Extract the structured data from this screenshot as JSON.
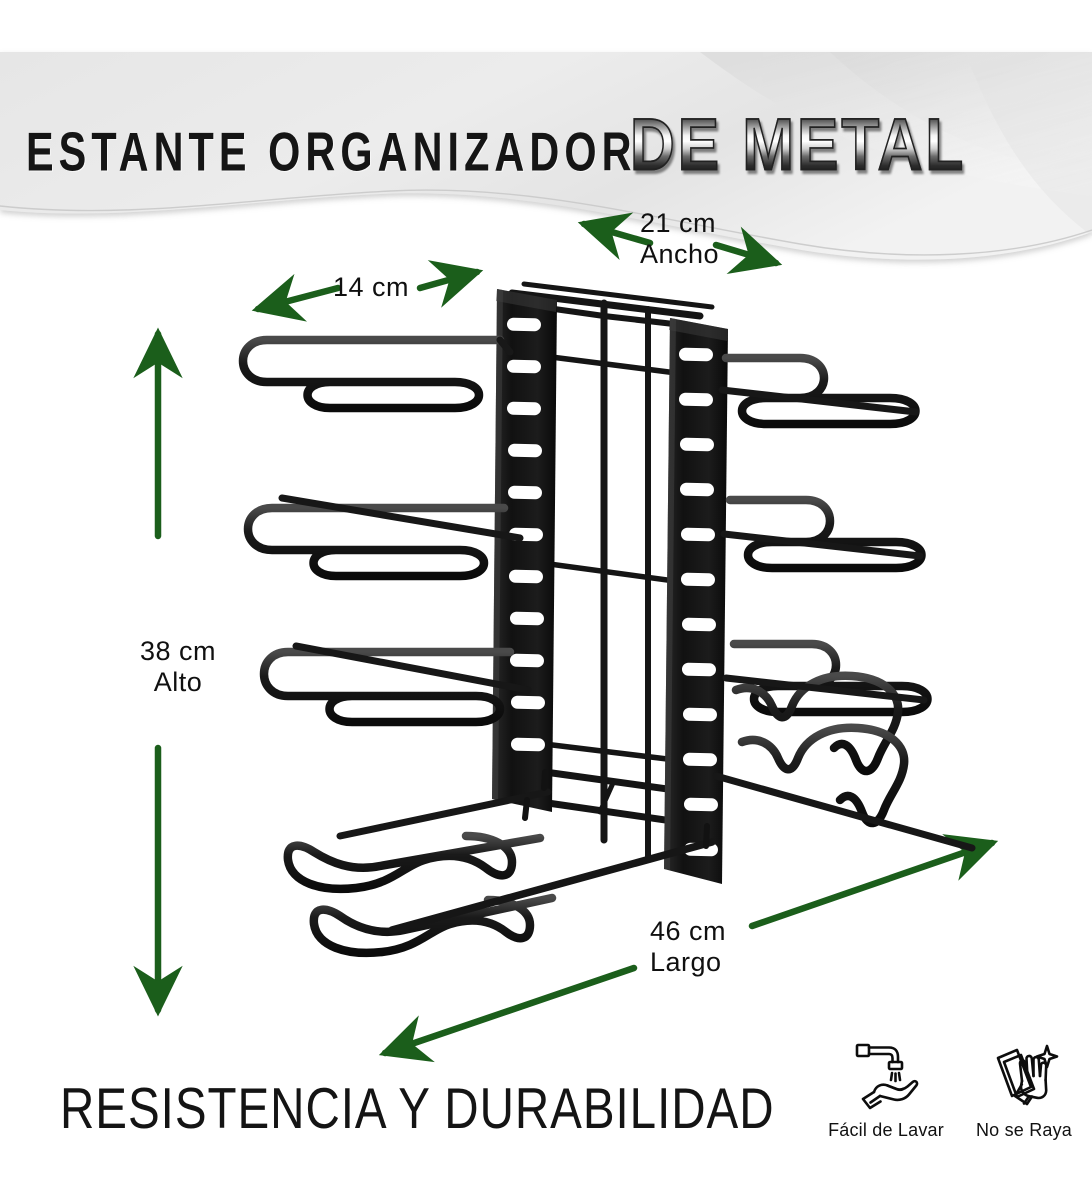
{
  "header": {
    "title_main": "ESTANTE ORGANIZADOR",
    "title_metal": "DE METAL",
    "banner_bg": "#e9e9e9"
  },
  "dimensions": {
    "width": {
      "value": "21 cm",
      "label": "Ancho"
    },
    "depth": {
      "value": "14 cm",
      "label": ""
    },
    "height": {
      "value": "38 cm",
      "label": "Alto"
    },
    "length": {
      "value": "46 cm",
      "label": "Largo"
    },
    "arrow_color": "#1b5e1b"
  },
  "tagline": "RESISTENCIA Y DURABILIDAD",
  "features": [
    {
      "icon": "faucet-hand-wash-icon",
      "label": "Fácil de Lavar"
    },
    {
      "icon": "gloved-hand-wipe-sparkle-icon",
      "label": "No se Raya"
    }
  ],
  "product": {
    "name": "estante-organizador-de-metal",
    "color": "#141414",
    "shelf_count": 4
  }
}
